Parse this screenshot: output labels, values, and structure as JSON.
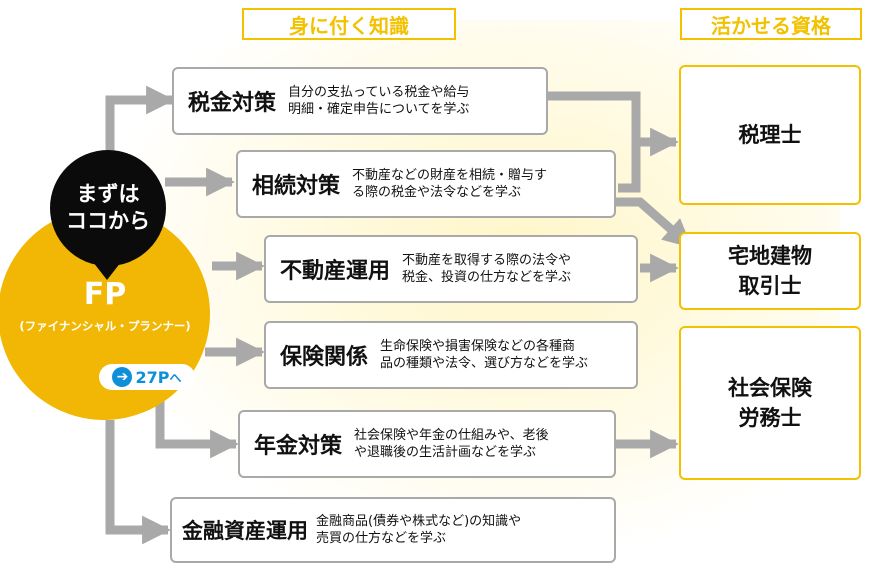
{
  "headers": {
    "knowledge": "身に付く知識",
    "qualifications": "活かせる資格"
  },
  "start_bubble": {
    "text": "まずは\nココから"
  },
  "fp": {
    "title": "FP",
    "subtitle": "(ファイナンシャル・プランナー)",
    "page_ref": "27P",
    "page_ref_icon": "arrow-right-circle-icon",
    "page_ref_suffix": "へ"
  },
  "knowledge_items": [
    {
      "title": "税金対策",
      "desc_1": "自分の支払っている税金や給与",
      "desc_2": "明細・確定申告についてを学ぶ"
    },
    {
      "title": "相続対策",
      "desc_1": "不動産などの財産を相続・贈与す",
      "desc_2": "る際の税金や法令などを学ぶ"
    },
    {
      "title": "不動産運用",
      "desc_1": "不動産を取得する際の法令や",
      "desc_2": "税金、投資の仕方などを学ぶ"
    },
    {
      "title": "保険関係",
      "desc_1": "生命保険や損害保険などの各種商",
      "desc_2": "品の種類や法令、選び方などを学ぶ"
    },
    {
      "title": "年金対策",
      "desc_1": "社会保険や年金の仕組みや、老後",
      "desc_2": "や退職後の生活計画などを学ぶ"
    },
    {
      "title": "金融資産運用",
      "desc_1": "金融商品(債券や株式など)の知識や",
      "desc_2": "売買の仕方などを学ぶ"
    }
  ],
  "qualifications": [
    {
      "name": "税理士"
    },
    {
      "name": "宅地建物\n取引士"
    },
    {
      "name": "社会保険\n労務士"
    }
  ],
  "colors": {
    "accent_yellow": "#f2c100",
    "fp_circle": "#f2b705",
    "connector_gray": "#a9a9a9",
    "link_blue": "#0f8fd8"
  }
}
